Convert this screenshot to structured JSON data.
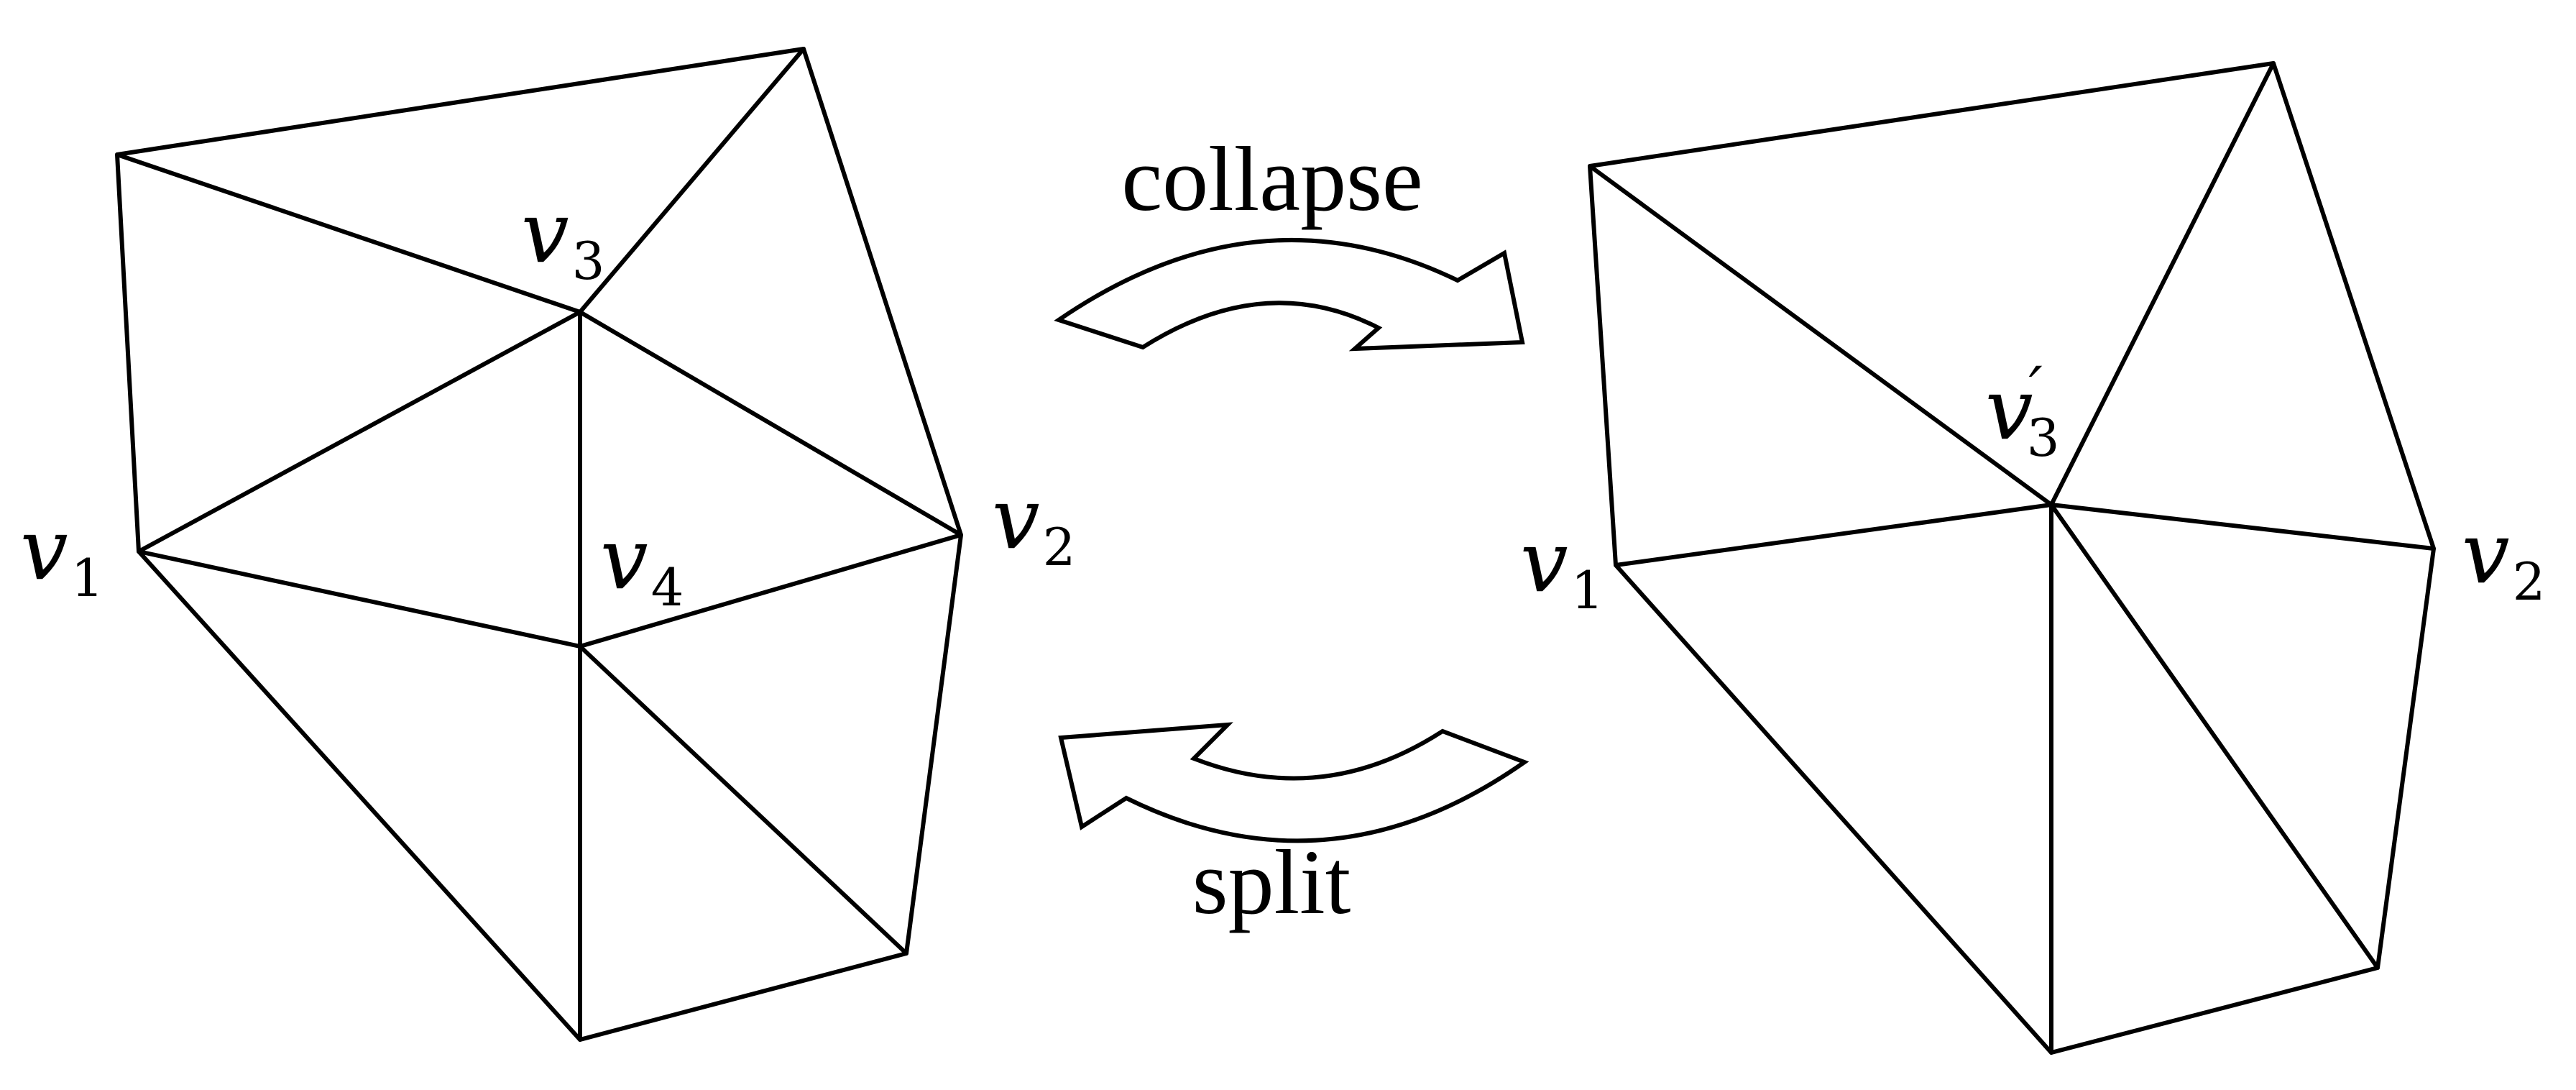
{
  "left_mesh": {
    "labels": {
      "v1": {
        "base": "v",
        "sub": "1"
      },
      "v2": {
        "base": "v",
        "sub": "2"
      },
      "v3": {
        "base": "v",
        "sub": "3"
      },
      "v4": {
        "base": "v",
        "sub": "4"
      }
    }
  },
  "right_mesh": {
    "labels": {
      "v1": {
        "base": "v",
        "sub": "1"
      },
      "v2": {
        "base": "v",
        "sub": "2"
      },
      "v3prime": {
        "base": "v",
        "sub": "3",
        "prime": "′"
      }
    }
  },
  "operations": {
    "collapse": {
      "label": "collapse",
      "icon": "curved-arrow-right-icon"
    },
    "split": {
      "label": "split",
      "icon": "curved-arrow-left-icon"
    }
  }
}
